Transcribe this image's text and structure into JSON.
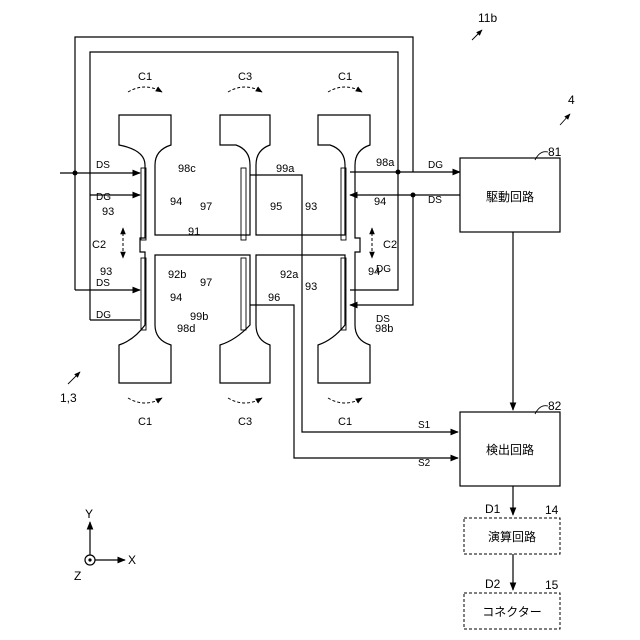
{
  "figure_label": "11b",
  "group_labels": {
    "circuit": "4",
    "sensor": "1,3"
  },
  "blocks": {
    "drive": {
      "ref": "81",
      "label": "駆動回路"
    },
    "detect": {
      "ref": "82",
      "label": "検出回路"
    },
    "compute": {
      "ref": "14",
      "label": "演算回路"
    },
    "connector": {
      "ref": "15",
      "label": "コネクター"
    }
  },
  "signals": {
    "dg": "DG",
    "ds": "DS",
    "s1": "S1",
    "s2": "S2",
    "d1": "D1",
    "d2": "D2"
  },
  "modes": {
    "c1": "C1",
    "c2": "C2",
    "c3": "C3"
  },
  "parts": {
    "p98a": "98a",
    "p98b": "98b",
    "p98c": "98c",
    "p98d": "98d",
    "p99a": "99a",
    "p99b": "99b",
    "p91": "91",
    "p92a": "92a",
    "p92b": "92b",
    "p93": "93",
    "p94": "94",
    "p95": "95",
    "p96": "96",
    "p97": "97"
  },
  "axes": {
    "x": "X",
    "y": "Y",
    "z": "Z"
  }
}
